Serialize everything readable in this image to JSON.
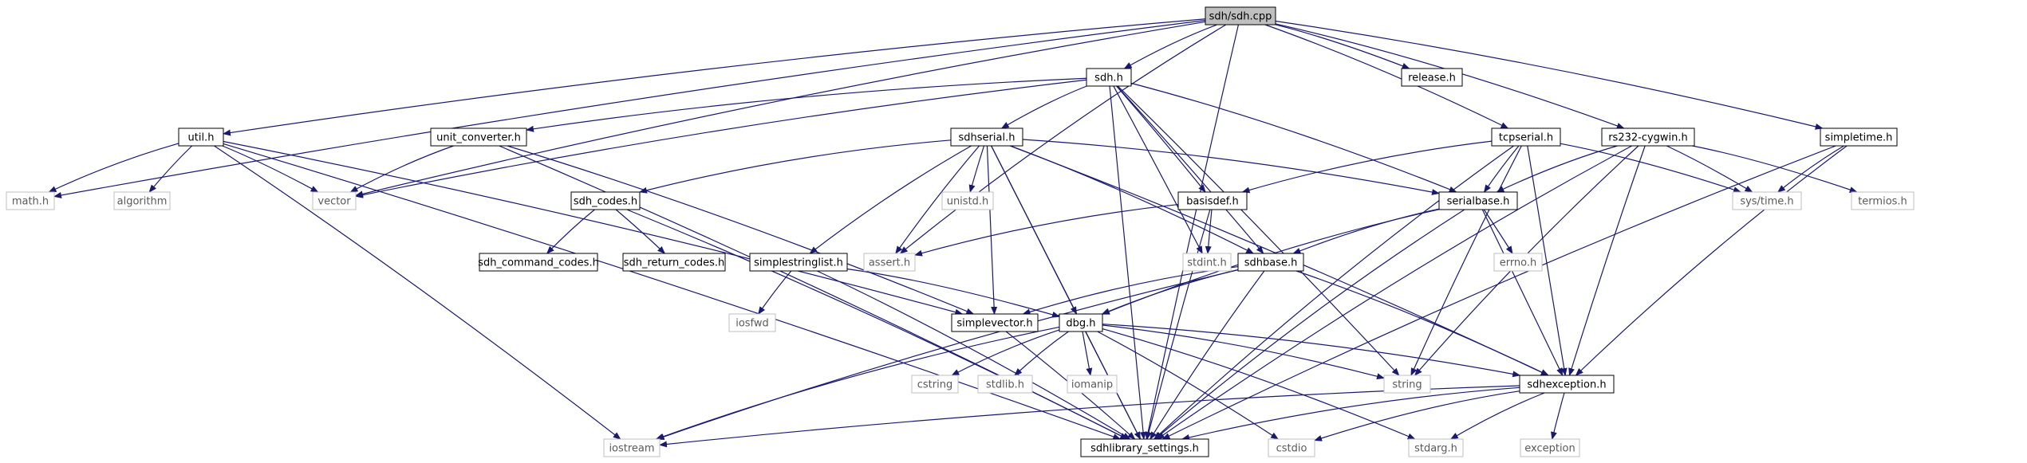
{
  "nodes": [
    {
      "id": "sdh_cpp",
      "label": "sdh/sdh.cpp",
      "root": true
    },
    {
      "id": "sdh_h",
      "label": "sdh.h"
    },
    {
      "id": "release_h",
      "label": "release.h"
    },
    {
      "id": "util_h",
      "label": "util.h"
    },
    {
      "id": "tcpserial_h",
      "label": "tcpserial.h"
    },
    {
      "id": "rs232_h",
      "label": "rs232-cygwin.h"
    },
    {
      "id": "simpletime_h",
      "label": "simpletime.h"
    },
    {
      "id": "unit_converter_h",
      "label": "unit_converter.h"
    },
    {
      "id": "sdhserial_h",
      "label": "sdhserial.h"
    },
    {
      "id": "math_h",
      "label": "math.h",
      "ext": true
    },
    {
      "id": "algorithm",
      "label": "algorithm",
      "ext": true
    },
    {
      "id": "vector",
      "label": "vector",
      "ext": true
    },
    {
      "id": "sdh_codes_h",
      "label": "sdh_codes.h"
    },
    {
      "id": "unistd_h",
      "label": "unistd.h",
      "ext": true
    },
    {
      "id": "basisdef_h",
      "label": "basisdef.h"
    },
    {
      "id": "serialbase_h",
      "label": "serialbase.h"
    },
    {
      "id": "systime_h",
      "label": "sys/time.h",
      "ext": true
    },
    {
      "id": "termios_h",
      "label": "termios.h",
      "ext": true
    },
    {
      "id": "sdh_command_codes_h",
      "label": "sdh_command_codes.h"
    },
    {
      "id": "sdh_return_codes_h",
      "label": "sdh_return_codes.h"
    },
    {
      "id": "simplestringlist_h",
      "label": "simplestringlist.h"
    },
    {
      "id": "assert_h",
      "label": "assert.h",
      "ext": true
    },
    {
      "id": "stdint_h",
      "label": "stdint.h",
      "ext": true
    },
    {
      "id": "sdhbase_h",
      "label": "sdhbase.h"
    },
    {
      "id": "errno_h",
      "label": "errno.h",
      "ext": true
    },
    {
      "id": "iosfwd",
      "label": "iosfwd",
      "ext": true
    },
    {
      "id": "simplevector_h",
      "label": "simplevector.h"
    },
    {
      "id": "dbg_h",
      "label": "dbg.h"
    },
    {
      "id": "cstring",
      "label": "cstring",
      "ext": true
    },
    {
      "id": "stdlib_h",
      "label": "stdlib.h",
      "ext": true
    },
    {
      "id": "iomanip",
      "label": "iomanip",
      "ext": true
    },
    {
      "id": "string",
      "label": "string",
      "ext": true
    },
    {
      "id": "sdhexception_h",
      "label": "sdhexception.h"
    },
    {
      "id": "iostream",
      "label": "iostream",
      "ext": true
    },
    {
      "id": "sdhlibrary_settings_h",
      "label": "sdhlibrary_settings.h"
    },
    {
      "id": "cstdio",
      "label": "cstdio",
      "ext": true
    },
    {
      "id": "stdarg_h",
      "label": "stdarg.h",
      "ext": true
    },
    {
      "id": "exception",
      "label": "exception",
      "ext": true
    }
  ],
  "edges": [
    [
      "sdh_cpp",
      "sdh_h"
    ],
    [
      "sdh_cpp",
      "release_h"
    ],
    [
      "sdh_cpp",
      "util_h"
    ],
    [
      "sdh_cpp",
      "tcpserial_h"
    ],
    [
      "sdh_cpp",
      "rs232_h"
    ],
    [
      "sdh_cpp",
      "simpletime_h"
    ],
    [
      "sdh_cpp",
      "math_h"
    ],
    [
      "sdh_cpp",
      "vector"
    ],
    [
      "sdh_cpp",
      "assert_h"
    ],
    [
      "sdh_cpp",
      "sdhlibrary_settings_h"
    ],
    [
      "sdh_h",
      "sdhserial_h"
    ],
    [
      "sdh_h",
      "unit_converter_h"
    ],
    [
      "sdh_h",
      "vector"
    ],
    [
      "sdh_h",
      "basisdef_h"
    ],
    [
      "sdh_h",
      "serialbase_h"
    ],
    [
      "sdh_h",
      "sdhbase_h"
    ],
    [
      "sdh_h",
      "stdint_h"
    ],
    [
      "sdh_h",
      "string"
    ],
    [
      "sdh_h",
      "sdhlibrary_settings_h"
    ],
    [
      "util_h",
      "math_h"
    ],
    [
      "util_h",
      "algorithm"
    ],
    [
      "util_h",
      "vector"
    ],
    [
      "util_h",
      "iostream"
    ],
    [
      "util_h",
      "simplevector_h"
    ],
    [
      "util_h",
      "sdhlibrary_settings_h"
    ],
    [
      "unit_converter_h",
      "vector"
    ],
    [
      "unit_converter_h",
      "simplevector_h"
    ],
    [
      "unit_converter_h",
      "sdhlibrary_settings_h"
    ],
    [
      "sdhserial_h",
      "sdh_codes_h"
    ],
    [
      "sdhserial_h",
      "unistd_h"
    ],
    [
      "sdhserial_h",
      "assert_h"
    ],
    [
      "sdhserial_h",
      "simplestringlist_h"
    ],
    [
      "sdhserial_h",
      "simplevector_h"
    ],
    [
      "sdhserial_h",
      "dbg_h"
    ],
    [
      "sdhserial_h",
      "serialbase_h"
    ],
    [
      "sdhserial_h",
      "sdhbase_h"
    ],
    [
      "sdhserial_h",
      "sdhexception_h"
    ],
    [
      "sdhserial_h",
      "sdhlibrary_settings_h"
    ],
    [
      "sdh_codes_h",
      "sdh_command_codes_h"
    ],
    [
      "sdh_codes_h",
      "sdh_return_codes_h"
    ],
    [
      "sdh_codes_h",
      "sdhlibrary_settings_h"
    ],
    [
      "basisdef_h",
      "assert_h"
    ],
    [
      "basisdef_h",
      "stdint_h"
    ],
    [
      "basisdef_h",
      "sdhlibrary_settings_h"
    ],
    [
      "tcpserial_h",
      "basisdef_h"
    ],
    [
      "tcpserial_h",
      "serialbase_h"
    ],
    [
      "tcpserial_h",
      "systime_h"
    ],
    [
      "tcpserial_h",
      "string"
    ],
    [
      "tcpserial_h",
      "sdhexception_h"
    ],
    [
      "tcpserial_h",
      "sdhlibrary_settings_h"
    ],
    [
      "rs232_h",
      "serialbase_h"
    ],
    [
      "rs232_h",
      "systime_h"
    ],
    [
      "rs232_h",
      "termios_h"
    ],
    [
      "rs232_h",
      "string"
    ],
    [
      "rs232_h",
      "sdhexception_h"
    ],
    [
      "rs232_h",
      "sdhlibrary_settings_h"
    ],
    [
      "simpletime_h",
      "systime_h"
    ],
    [
      "simpletime_h",
      "sdhexception_h"
    ],
    [
      "simpletime_h",
      "sdhlibrary_settings_h"
    ],
    [
      "serialbase_h",
      "sdhbase_h"
    ],
    [
      "serialbase_h",
      "errno_h"
    ],
    [
      "serialbase_h",
      "dbg_h"
    ],
    [
      "serialbase_h",
      "sdhexception_h"
    ],
    [
      "serialbase_h",
      "sdhlibrary_settings_h"
    ],
    [
      "simplestringlist_h",
      "iosfwd"
    ],
    [
      "simplestringlist_h",
      "dbg_h"
    ],
    [
      "simplestringlist_h",
      "sdhlibrary_settings_h"
    ],
    [
      "sdhbase_h",
      "simplevector_h"
    ],
    [
      "sdhbase_h",
      "dbg_h"
    ],
    [
      "sdhbase_h",
      "sdhexception_h"
    ],
    [
      "sdhbase_h",
      "iostream"
    ],
    [
      "sdhbase_h",
      "sdhlibrary_settings_h"
    ],
    [
      "simplevector_h",
      "sdhlibrary_settings_h"
    ],
    [
      "dbg_h",
      "iostream"
    ],
    [
      "dbg_h",
      "cstring"
    ],
    [
      "dbg_h",
      "stdlib_h"
    ],
    [
      "dbg_h",
      "iomanip"
    ],
    [
      "dbg_h",
      "string"
    ],
    [
      "dbg_h",
      "sdhexception_h"
    ],
    [
      "dbg_h",
      "sdhlibrary_settings_h"
    ],
    [
      "dbg_h",
      "cstdio"
    ],
    [
      "dbg_h",
      "stdarg_h"
    ],
    [
      "sdhexception_h",
      "iostream"
    ],
    [
      "sdhexception_h",
      "sdhlibrary_settings_h"
    ],
    [
      "sdhexception_h",
      "cstdio"
    ],
    [
      "sdhexception_h",
      "stdarg_h"
    ],
    [
      "sdhexception_h",
      "exception"
    ]
  ]
}
